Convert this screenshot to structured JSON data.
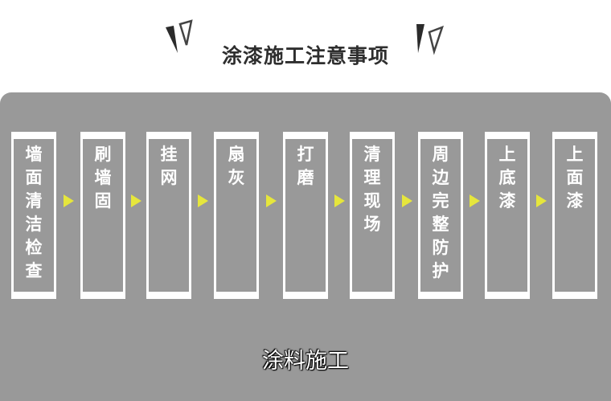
{
  "title": "涂漆施工注意事项",
  "colors": {
    "panel": "#999999",
    "box_border": "#ffffff",
    "arrow": "#e6e63c",
    "title": "#2e2e2e"
  },
  "steps": [
    {
      "label": "墙面清洁检查"
    },
    {
      "label": "刷墙固"
    },
    {
      "label": "挂网"
    },
    {
      "label": "扇灰"
    },
    {
      "label": "打磨"
    },
    {
      "label": "清理现场"
    },
    {
      "label": "周边完整防护"
    },
    {
      "label": "上底漆"
    },
    {
      "label": "上面漆"
    }
  ],
  "footer": "涂料施工"
}
